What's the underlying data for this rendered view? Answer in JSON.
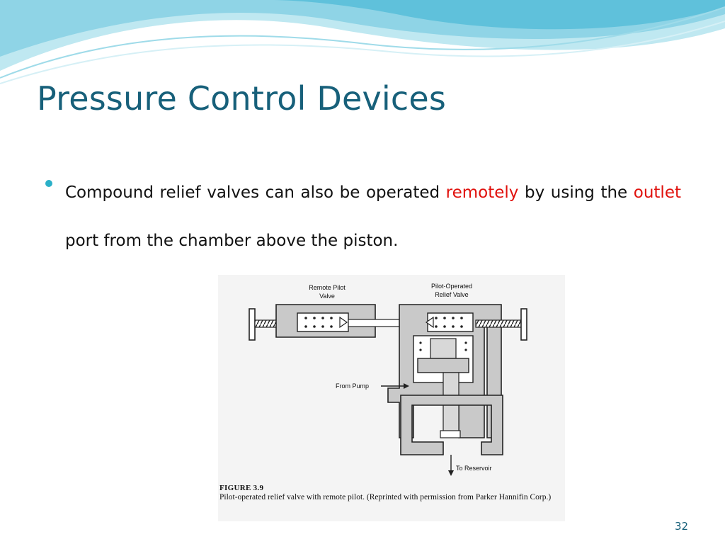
{
  "slide": {
    "title": "Pressure Control Devices",
    "bullet": {
      "part1": "Compound relief valves can also be operated ",
      "highlight1": "remotely",
      "part2": " by using the ",
      "highlight2": "outlet",
      "part3": " port from the chamber above the piston."
    },
    "page_number": "32"
  },
  "figure": {
    "labels": {
      "remote_pilot_line1": "Remote Pilot",
      "remote_pilot_line2": "Valve",
      "pilot_operated_line1": "Pilot-Operated",
      "pilot_operated_line2": "Relief Valve",
      "from_pump": "From Pump",
      "to_reservoir": "To Reservoir"
    },
    "caption_label": "FIGURE 3.9",
    "caption_text": "Pilot-operated relief valve with remote pilot. (Reprinted with permission from Parker Hannifin Corp.)"
  },
  "colors": {
    "title": "#17607a",
    "highlight": "#e0110d",
    "bullet": "#2bb0c8",
    "valve_body": "#c9c9c9"
  }
}
